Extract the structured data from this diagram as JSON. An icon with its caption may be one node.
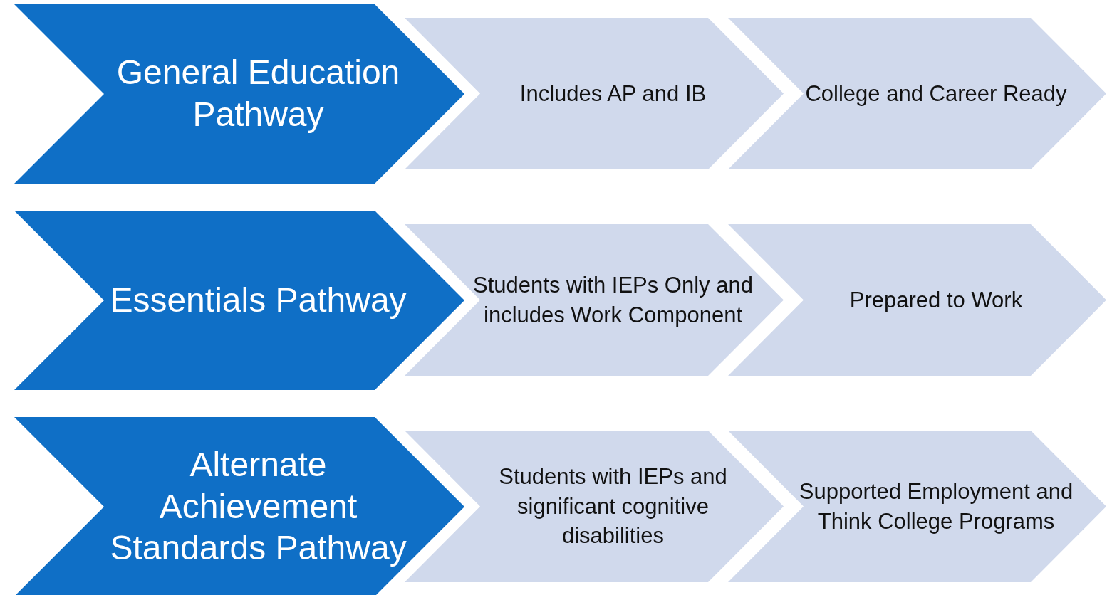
{
  "diagram": {
    "nodes": [
      {
        "text": [
          "General Education Pathway"
        ]
      },
      {
        "text": [
          "Includes AP and IB"
        ]
      },
      {
        "text": [
          "College and Career Ready"
        ]
      },
      {
        "text": [
          "Essentials Pathway"
        ]
      },
      {
        "text": [
          "Students with IEPs Only and includes Work Component"
        ]
      },
      {
        "text": [
          "Prepared to Work"
        ]
      },
      {
        "text": [
          "Alternate Achievement Standards Pathway"
        ]
      },
      {
        "text": [
          "Students with IEPs and significant cognitive disabilities"
        ]
      },
      {
        "text": [
          "Supported Employment and Think College Programs"
        ]
      }
    ]
  }
}
